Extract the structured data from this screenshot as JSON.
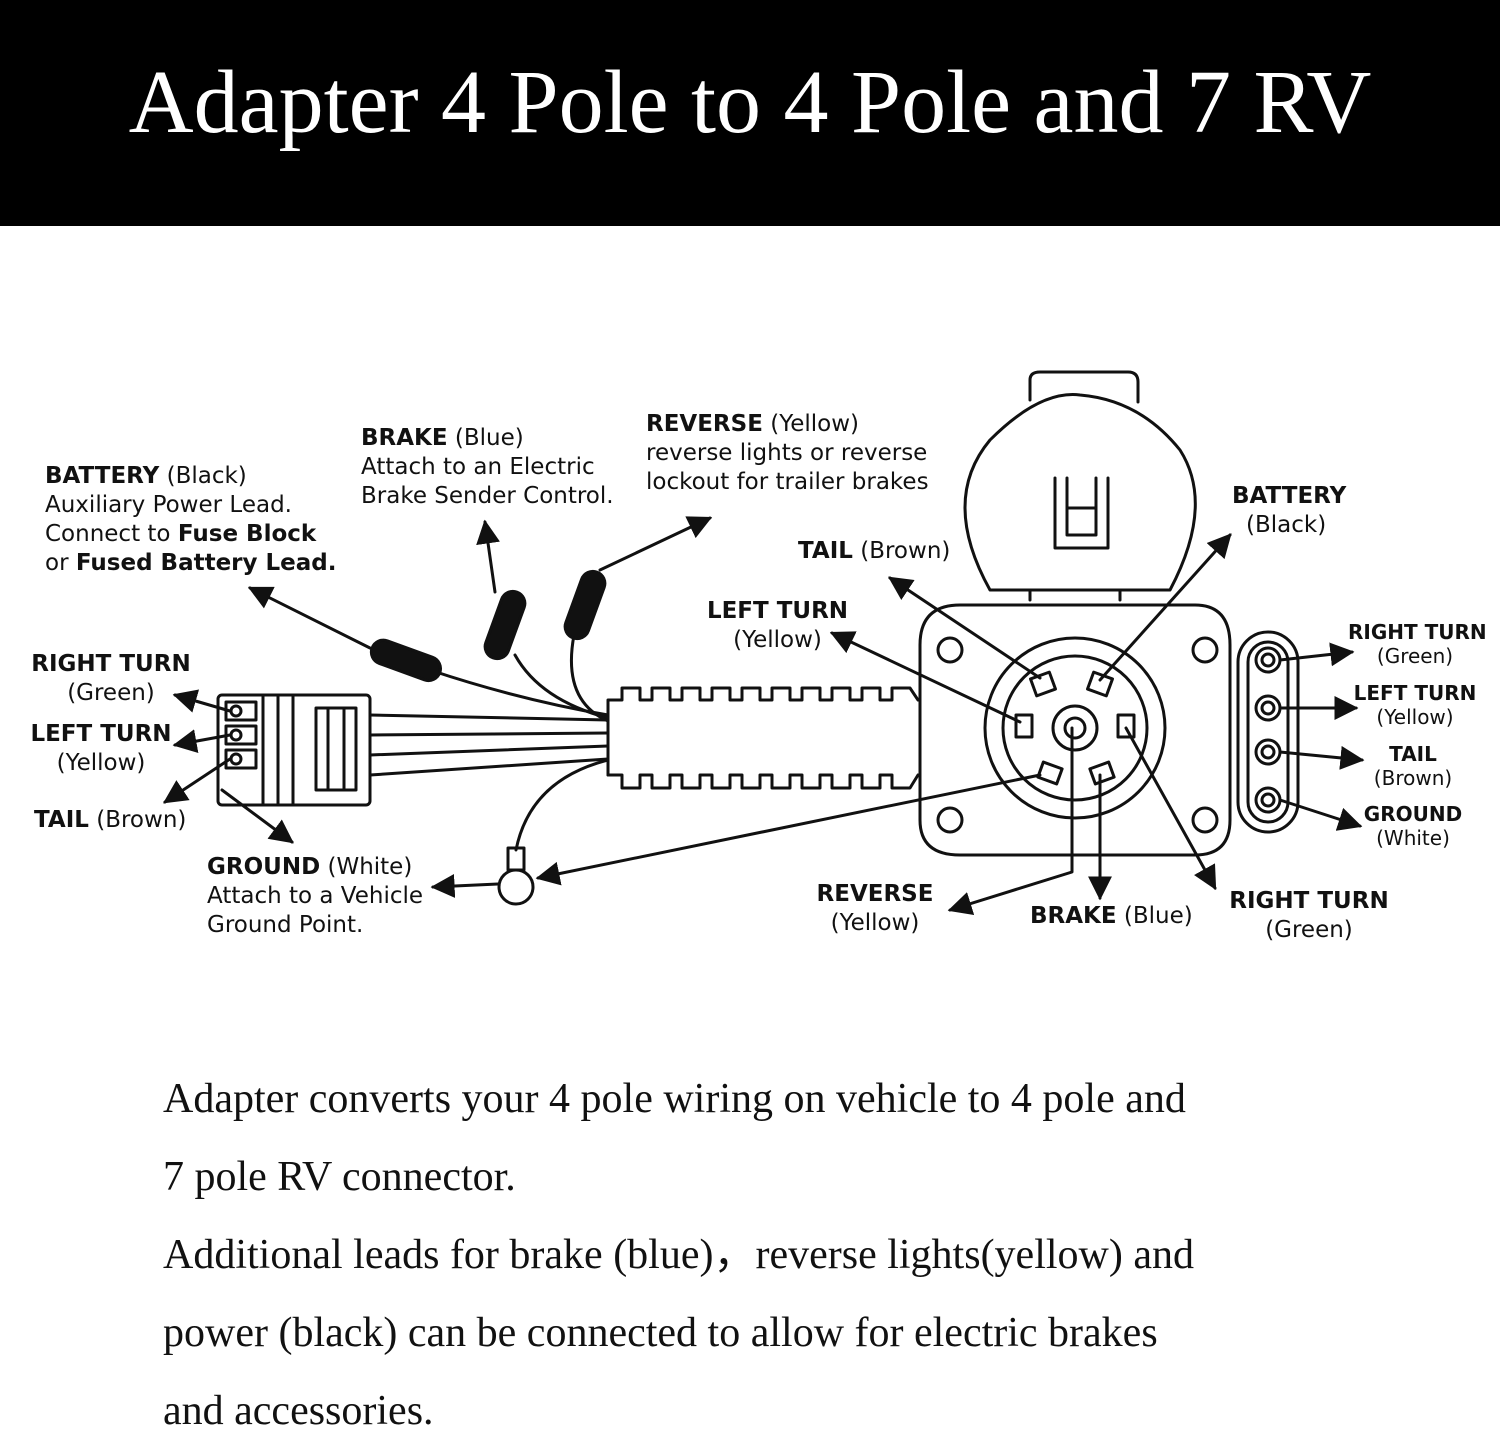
{
  "title": "Adapter 4 Pole to 4 Pole and 7 RV",
  "labels": {
    "battery_left": {
      "head": "BATTERY",
      "color": "(Black)",
      "line1": "Auxiliary Power Lead.",
      "line2_pre": "Connect to ",
      "line2_bold": "Fuse Block",
      "line3_pre": "or ",
      "line3_bold": "Fused Battery Lead."
    },
    "brake_top": {
      "head": "BRAKE",
      "color": "(Blue)",
      "line1": "Attach to an Electric",
      "line2": "Brake Sender Control."
    },
    "reverse_top": {
      "head": "REVERSE",
      "color": "(Yellow)",
      "line1": "reverse lights or reverse",
      "line2": "lockout for trailer brakes"
    },
    "tail_top": {
      "head": "TAIL",
      "color": "(Brown)"
    },
    "left_turn_mid": {
      "head": "LEFT TURN",
      "color": "(Yellow)"
    },
    "battery_right": {
      "head": "BATTERY",
      "color": "(Black)"
    },
    "right_turn_left": {
      "head": "RIGHT TURN",
      "color": "(Green)"
    },
    "left_turn_left": {
      "head": "LEFT TURN",
      "color": "(Yellow)"
    },
    "tail_left": {
      "head": "TAIL",
      "color": "(Brown)"
    },
    "ground_bottom": {
      "head": "GROUND",
      "color": "(White)",
      "line1": "Attach to a Vehicle",
      "line2": "Ground Point."
    },
    "reverse_bottom": {
      "head": "REVERSE",
      "color": "(Yellow)"
    },
    "brake_bottom": {
      "head": "BRAKE",
      "color": "(Blue)"
    },
    "right_turn_bottom": {
      "head": "RIGHT TURN",
      "color": "(Green)"
    },
    "right_turn_4p": {
      "head": "RIGHT TURN",
      "color": "(Green)"
    },
    "left_turn_4p": {
      "head": "LEFT TURN",
      "color": "(Yellow)"
    },
    "tail_4p": {
      "head": "TAIL",
      "color": "(Brown)"
    },
    "ground_4p": {
      "head": "GROUND",
      "color": "(White)"
    }
  },
  "description": [
    "Adapter converts your 4 pole wiring on vehicle to 4 pole and",
    "7 pole RV connector.",
    "Additional leads for brake (blue)，reverse lights(yellow) and",
    "power (black) can be connected to allow for electric brakes",
    "and accessories."
  ],
  "colors": {
    "banner": "#000000",
    "banner_text": "#ffffff",
    "ink": "#111111",
    "background": "#ffffff"
  }
}
